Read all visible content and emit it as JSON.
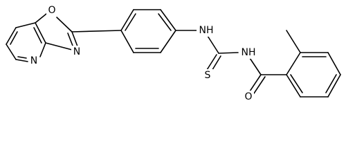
{
  "figure": {
    "kind": "chemical structure",
    "colors": {
      "bond": "#000000",
      "background": "#ffffff",
      "label": "#000000"
    }
  },
  "atoms": {
    "oxazole_oxygen": "O",
    "oxazole_nitrogen": "N",
    "pyridine_nitrogen": "N",
    "thioamide_nh": "NH",
    "amide_nh": "NH",
    "thione_sulfur": "S",
    "carbonyl_oxygen": "O"
  }
}
